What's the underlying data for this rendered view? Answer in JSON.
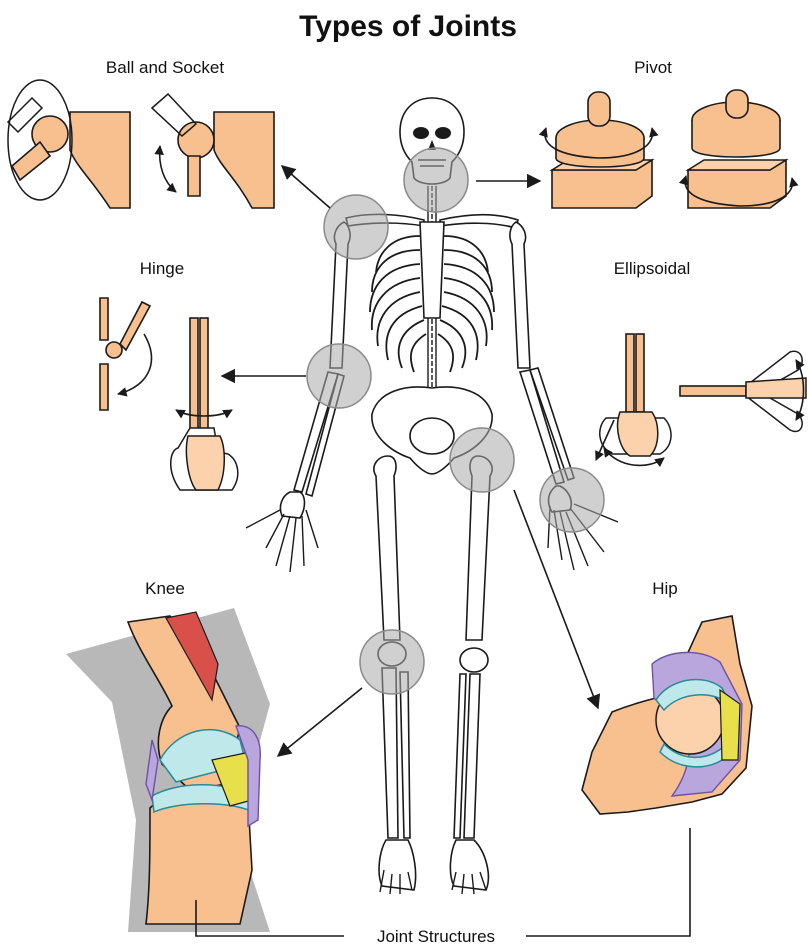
{
  "title": "Types of Joints",
  "labels": {
    "ball_and_socket": "Ball and Socket",
    "pivot": "Pivot",
    "hinge": "Hinge",
    "ellipsoidal": "Ellipsoidal",
    "knee": "Knee",
    "hip": "Hip",
    "joint_structures": "Joint Structures"
  },
  "colors": {
    "bone_peach": "#f9c08f",
    "joint_highlight": "#a9a9a9",
    "cartilage": "#bfe8ea",
    "muscle": "#d9504a",
    "fat_pad": "#e8e04b",
    "capsule": "#b9a6dd"
  }
}
